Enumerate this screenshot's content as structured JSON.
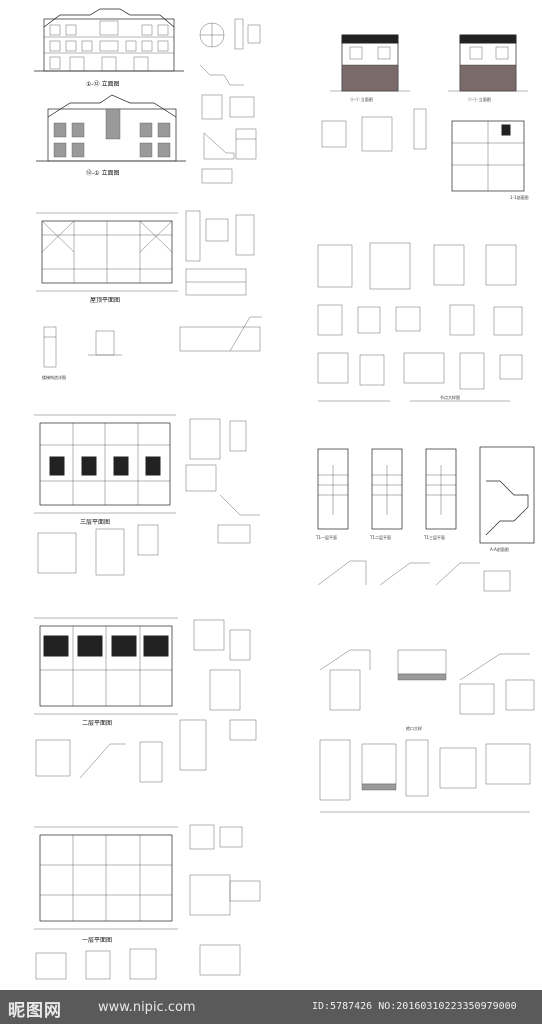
{
  "sheets": {
    "s1": {
      "cap1": "①-⑫ 立面图",
      "cap2": "⑫-① 立面图"
    },
    "s2": {
      "cap1": "屋顶平面图",
      "cap2": "楼梯构造详图"
    },
    "s3": {
      "cap1": "三层平面图"
    },
    "s4": {
      "cap1": "二层平面图"
    },
    "s5": {
      "cap1": "一层平面图"
    },
    "s6": {
      "cap1": "ⓐ-ⓕ 立面图",
      "cap2": "ⓕ-ⓐ 立面图",
      "cap3": "1-1剖面图"
    },
    "s7": {
      "cap1": "节点大样图"
    },
    "s8": {
      "cap1": "T1一层平面",
      "cap2": "T1二层平面",
      "cap3": "T1三层平面",
      "cap4": "A-A剖面图"
    },
    "s9": {
      "cap1": "檐口大样"
    }
  },
  "footer": {
    "logo": "昵图网",
    "url": "www.nipic.com",
    "id_text": "ID:5787426 NO:20160310223350979000"
  },
  "colors": {
    "line": "#222222",
    "footer_bg": "#5a5a5a",
    "footer_text": "#e8e8e8"
  }
}
